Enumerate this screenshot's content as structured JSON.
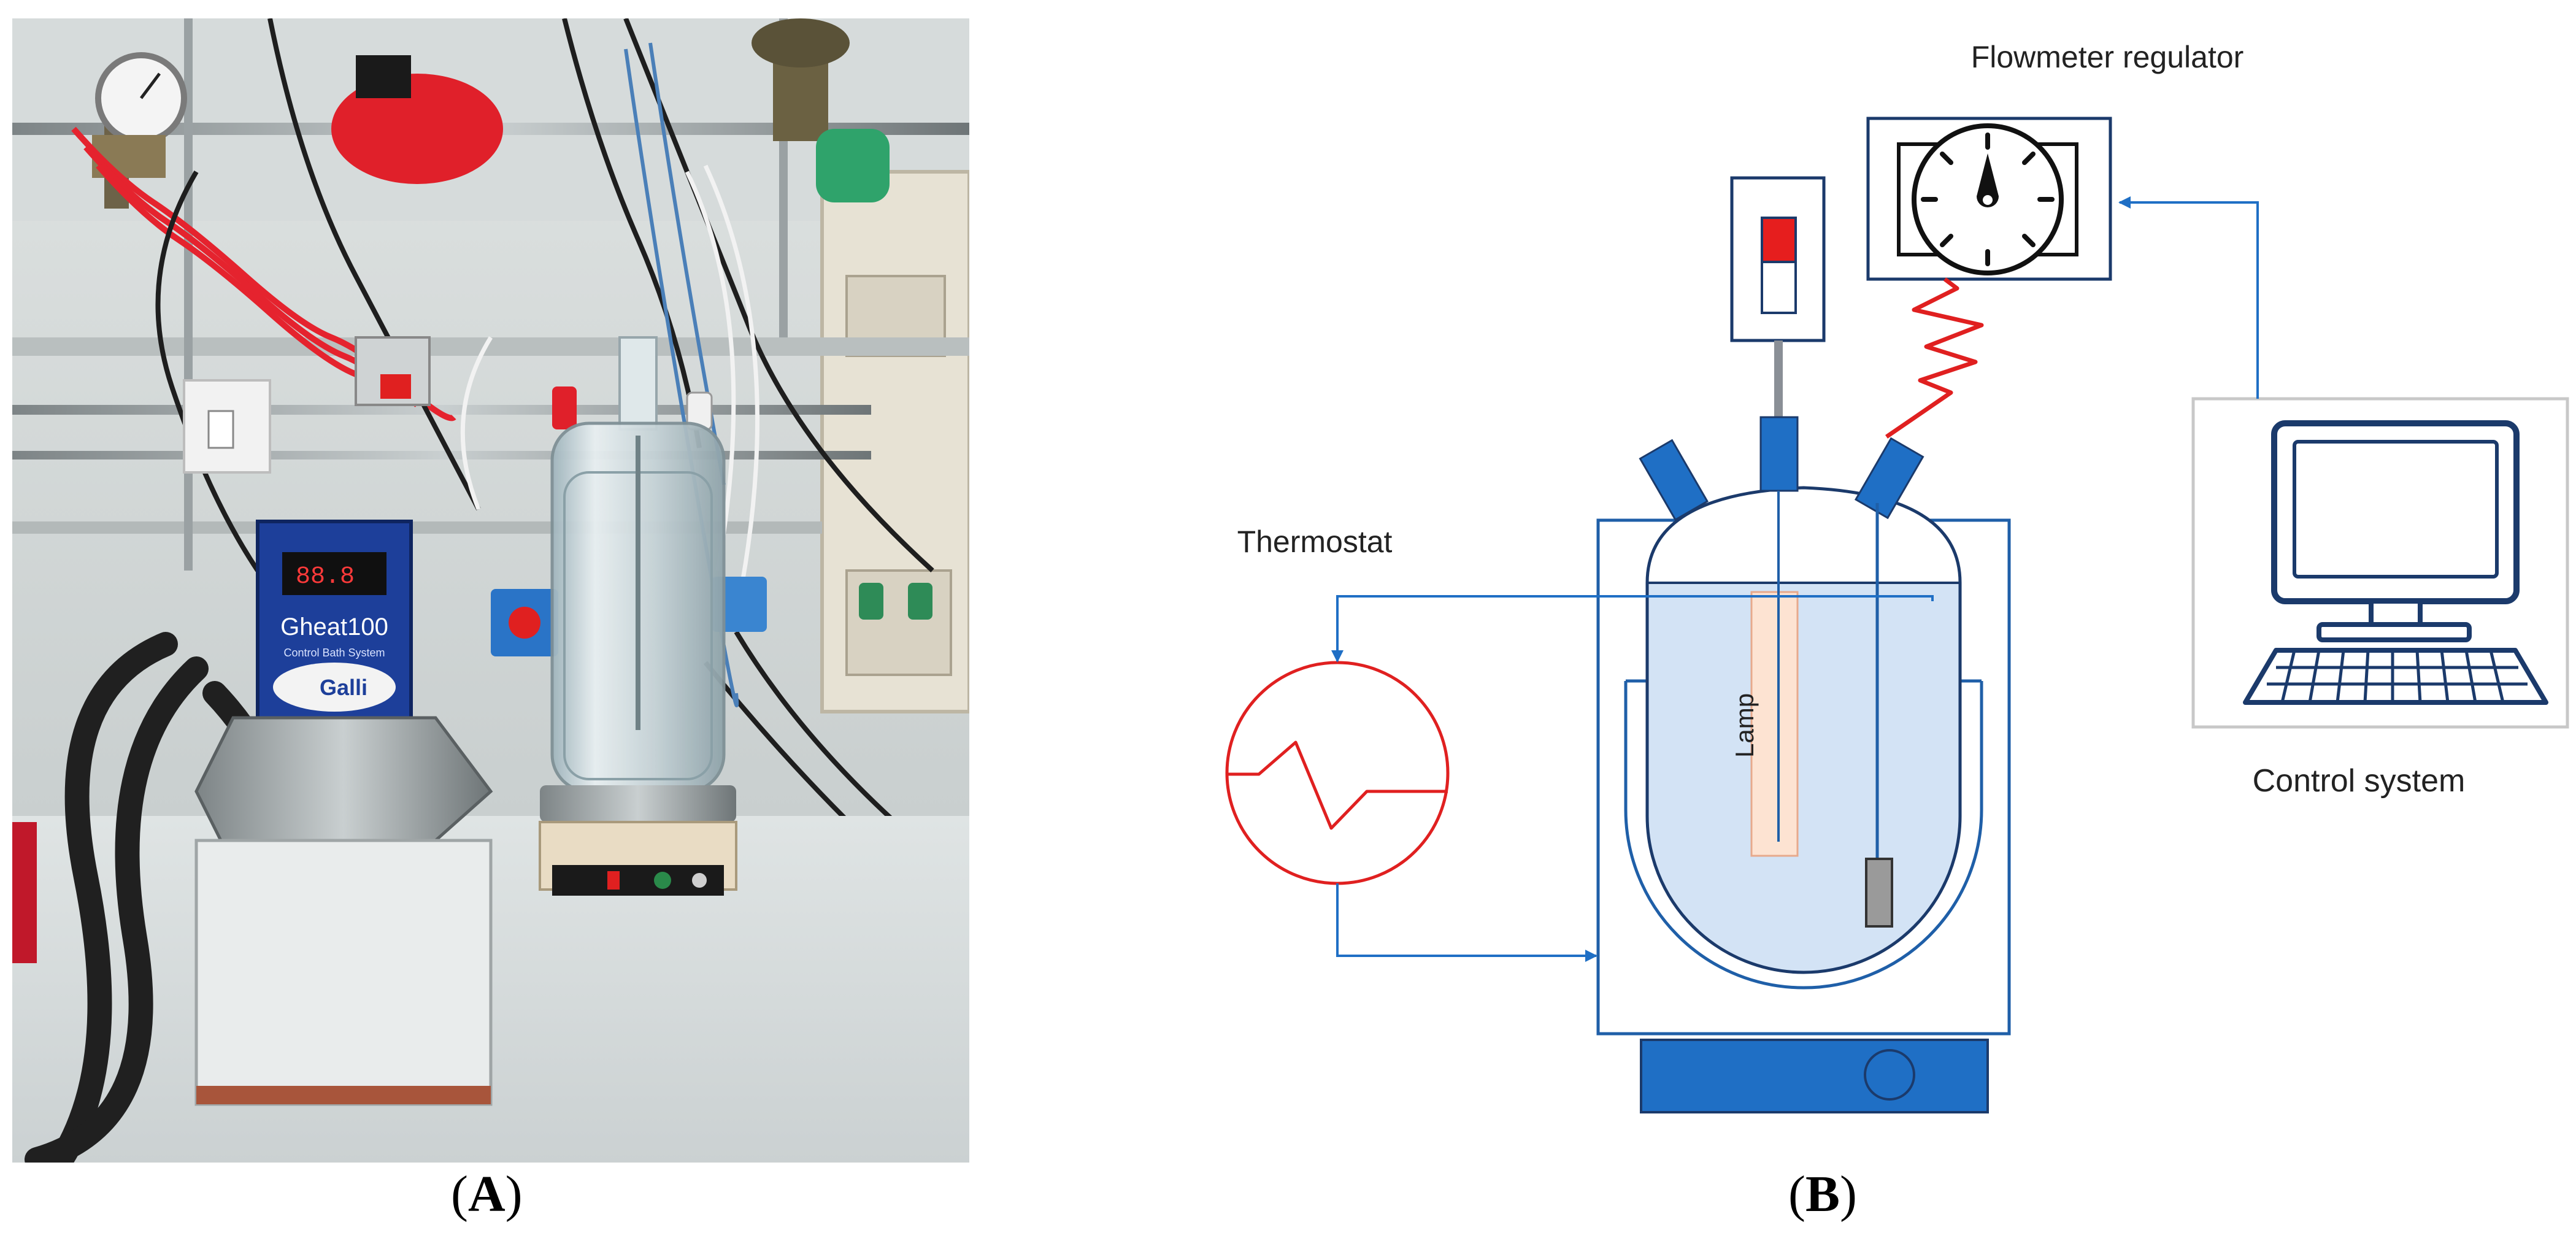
{
  "panel_a": {
    "label": "A",
    "open": "(",
    "close": ")",
    "device_brand": "Gheat100",
    "device_subtitle": "Control Bath System",
    "device_logo": "Galli"
  },
  "panel_b": {
    "label": "B",
    "open": "(",
    "close": ")",
    "labels": {
      "flowmeter": "Flowmeter regulator",
      "thermostat": "Thermostat",
      "lamp": "Lamp",
      "control_system": "Control system"
    }
  },
  "colors": {
    "blue": "#1f6fc5",
    "dark_blue": "#1b3a6b",
    "red": "#e02020",
    "liquid": "#d3e3f5",
    "lamp": "#fde3d2",
    "gray_frame": "#c8c8c8"
  }
}
